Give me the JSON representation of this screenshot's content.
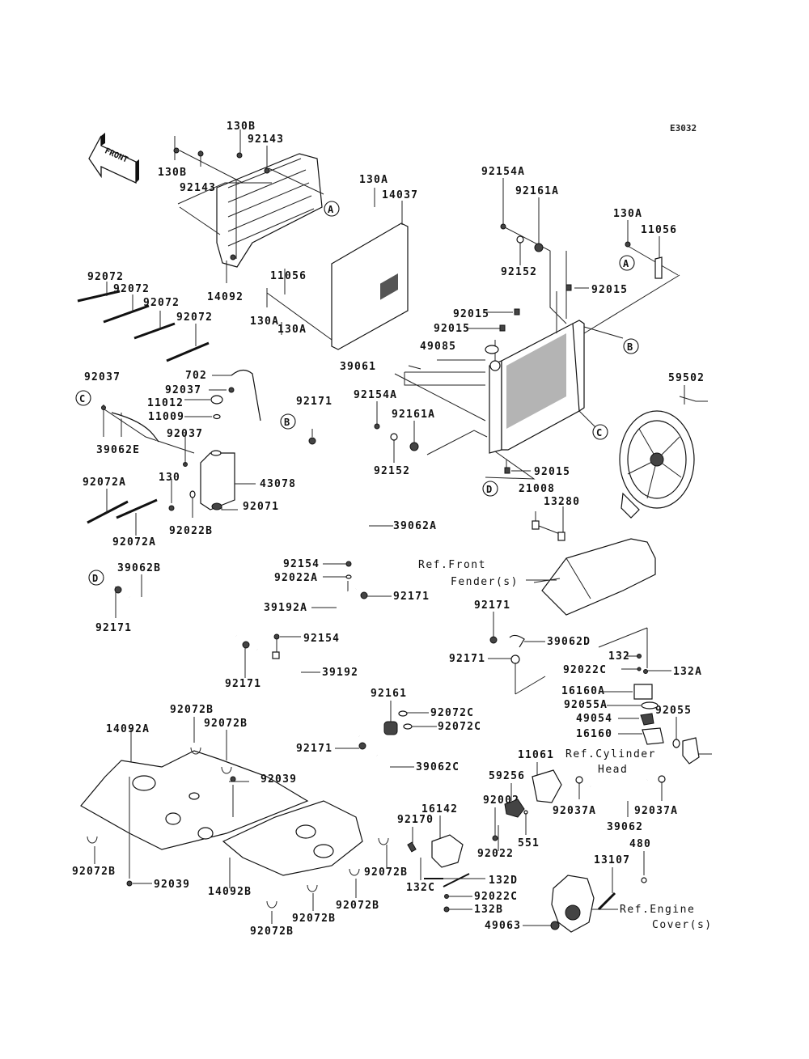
{
  "diagram": {
    "code": "E3032",
    "front_label": "FRONT",
    "ref_markers": [
      "A",
      "B",
      "C",
      "D"
    ],
    "labels": {
      "l130B_a": "130B",
      "l130B_b": "130B",
      "l92143_a": "92143",
      "l92143_b": "92143",
      "l130A_a": "130A",
      "l130A_b": "130A",
      "l130A_c": "130A",
      "l130A_d": "130A",
      "l14037": "14037",
      "l14092": "14092",
      "l11056_a": "11056",
      "l11056_b": "11056",
      "l92154A_a": "92154A",
      "l92154A_b": "92154A",
      "l92161A_a": "92161A",
      "l92161A_b": "92161A",
      "l92152_a": "92152",
      "l92152_b": "92152",
      "l92015_a": "92015",
      "l92015_b": "92015",
      "l92015_c": "92015",
      "l92015_d": "92015",
      "l49085": "49085",
      "l39061": "39061",
      "l59502": "59502",
      "l92072_a": "92072",
      "l92072_b": "92072",
      "l92072_c": "92072",
      "l92072_d": "92072",
      "l92037_a": "92037",
      "l92037_b": "92037",
      "l92037_c": "92037",
      "l702": "702",
      "l11012": "11012",
      "l11009": "11009",
      "l39062E": "39062E",
      "l130": "130",
      "l43078": "43078",
      "l92071": "92071",
      "l92022B": "92022B",
      "l92072A_a": "92072A",
      "l92072A_b": "92072A",
      "l92171_a": "92171",
      "l92171_b": "92171",
      "l92171_c": "92171",
      "l92171_d": "92171",
      "l92171_e": "92171",
      "l92171_f": "92171",
      "l92171_g": "92171",
      "l39062A": "39062A",
      "l21008": "21008",
      "l13280": "13280",
      "ref_front_1": "Ref.Front",
      "ref_front_2": "Fender(s)",
      "l92154_a": "92154",
      "l92154_b": "92154",
      "l92022A": "92022A",
      "l39192A": "39192A",
      "l39062B": "39062B",
      "l39062D": "39062D",
      "l39192": "39192",
      "l132": "132",
      "l92022C_a": "92022C",
      "l92022C_b": "92022C",
      "l132A": "132A",
      "l16160A": "16160A",
      "l92055A": "92055A",
      "l49054": "49054",
      "l92055": "92055",
      "l16160": "16160",
      "ref_cyl_1": "Ref.Cylinder",
      "ref_cyl_2": "Head",
      "l92161": "92161",
      "l92072C_a": "92072C",
      "l92072C_b": "92072C",
      "l39062C": "39062C",
      "l14092A": "14092A",
      "l14092B": "14092B",
      "l92072B_a": "92072B",
      "l92072B_b": "92072B",
      "l92072B_c": "92072B",
      "l92072B_d": "92072B",
      "l92072B_e": "92072B",
      "l92072B_f": "92072B",
      "l92072B_g": "92072B",
      "l92039_a": "92039",
      "l92039_b": "92039",
      "l11061": "11061",
      "l59256": "59256",
      "l92002": "92002",
      "l92170": "92170",
      "l16142": "16142",
      "l92022": "92022",
      "l551": "551",
      "l92037A_a": "92037A",
      "l92037A_b": "92037A",
      "l39062": "39062",
      "l480": "480",
      "l13107": "13107",
      "l132D": "132D",
      "l132C": "132C",
      "l132B": "132B",
      "l49063": "49063",
      "ref_eng_1": "Ref.Engine",
      "ref_eng_2": "Cover(s)"
    }
  }
}
